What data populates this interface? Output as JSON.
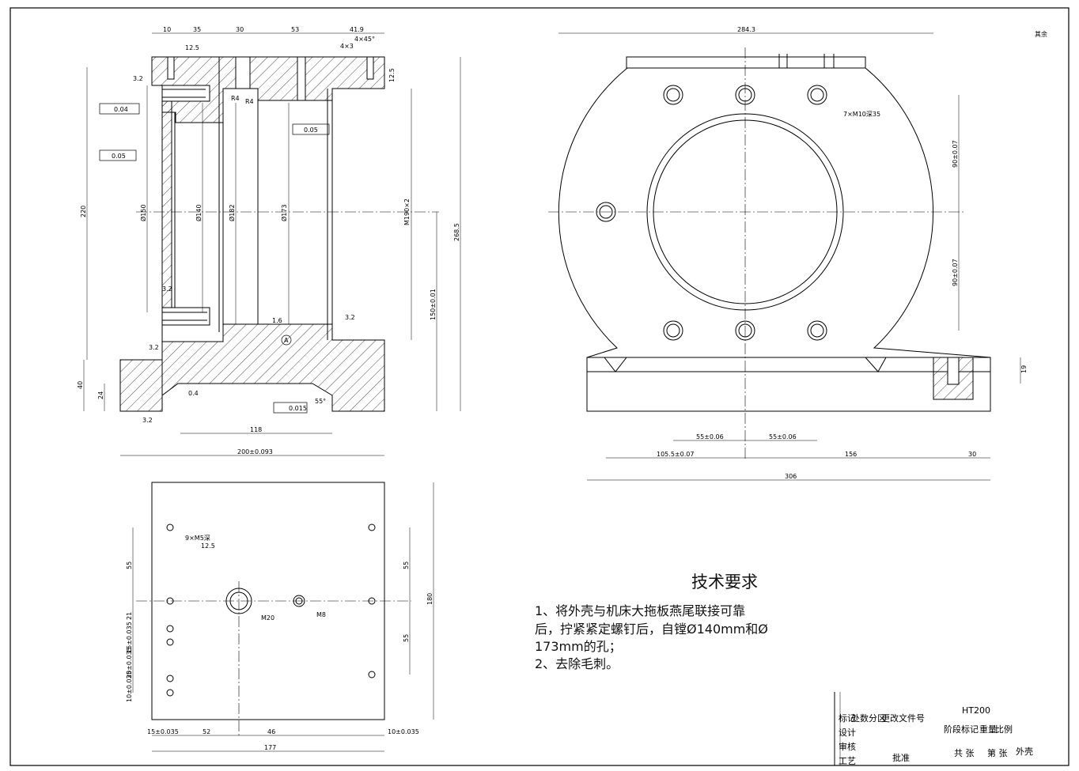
{
  "views": {
    "section": {
      "dims": {
        "top_a": "10",
        "top_b": "35",
        "top_c": "30",
        "top_d": "53",
        "top_e": "41.9",
        "chamfer_a": "4×45°",
        "chamfer_b": "4×3",
        "height_220": "220",
        "height_268": "268.5",
        "dia_150": "Ø150",
        "dia_140": "Ø140",
        "dia_182": "Ø182",
        "dia_173": "Ø173",
        "thread_m190": "M190×2",
        "h_150": "150±0.01",
        "h_40": "40",
        "h_24": "24",
        "w_118": "118",
        "w_200": "200±0.093",
        "angle_55": "55°",
        "r4a": "R4",
        "r4b": "R4",
        "datum_a": "A",
        "tol1": "0.04",
        "tol2": "0.05",
        "tol3": "0.05",
        "tol4": "0.015",
        "rough_32a": "3.2",
        "rough_125a": "12.5",
        "rough_125b": "12.5",
        "rough_32b": "3.2",
        "rough_32c": "3.2",
        "rough_32d": "3.2",
        "rough_16": "1.6",
        "rough_08": "0.4",
        "rough_32e": "3.2"
      }
    },
    "front": {
      "dims": {
        "w_284": "284.3",
        "holes": "7×M10深35",
        "v_90a": "90±0.07",
        "v_90b": "90±0.07",
        "h_19": "19",
        "w_55a": "55±0.06",
        "w_55b": "55±0.06",
        "w_105": "105.5±0.07",
        "w_156": "156",
        "w_30": "30",
        "w_306": "306",
        "other": "其余"
      }
    },
    "plan": {
      "dims": {
        "holes9": "9×M5深",
        "depth": "12.5",
        "m20": "M20",
        "m8": "M8",
        "v55a": "55",
        "v55b": "55",
        "v55c": "55",
        "v180": "180",
        "b_15": "15±0.035",
        "b_52": "52",
        "b_46": "46",
        "b_10": "10±0.035",
        "b_177": "177",
        "l_21": "21",
        "l_35a": "15±0.035",
        "l_35b": "20±0.035",
        "l_10": "10±0.035"
      }
    }
  },
  "tech": {
    "title": "技术要求",
    "line1": "1、将外壳与机床大拖板燕尾联接可靠",
    "line2": "后，拧紧紧定螺钉后，自镗Ø140mm和Ø",
    "line3": "173mm的孔；",
    "line4": "2、去除毛刺。"
  },
  "title_block": {
    "material": "HT200",
    "part_name": "外壳",
    "c1": "标记",
    "c2": "处数",
    "c3": "分区",
    "c4": "更改文件号",
    "c5": "设计",
    "c6": "审核",
    "c7": "工艺",
    "c8": "批准",
    "c9": "阶段标记",
    "c10": "重量",
    "c11": "比例",
    "c12": "共  张",
    "c13": "第  张"
  }
}
